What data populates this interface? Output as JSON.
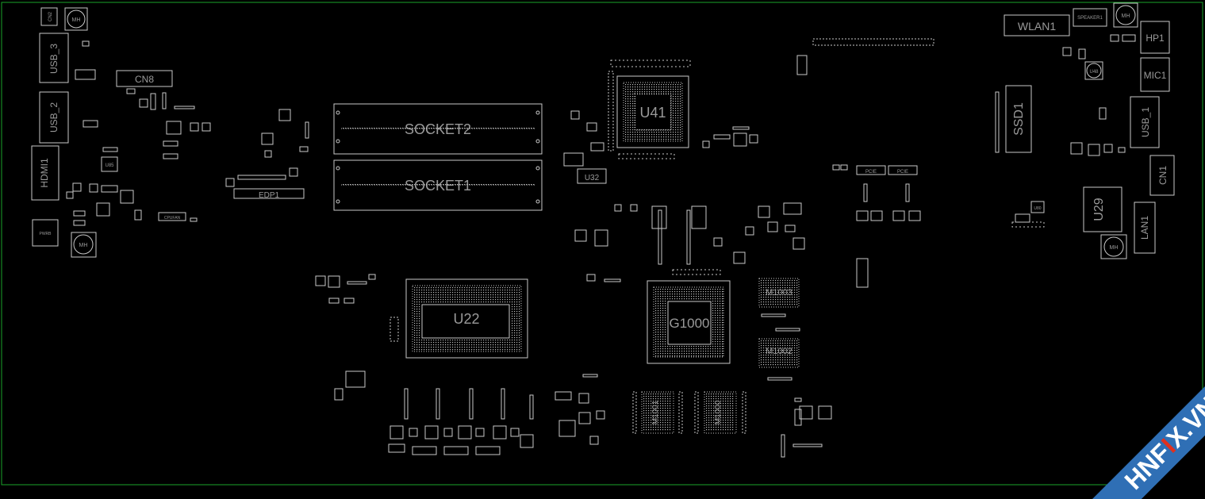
{
  "colors": {
    "background": "#000000",
    "board_outline": "#1aa32a",
    "silkscreen": "#c8c8c8",
    "label": "#9a9a9a",
    "watermark_band": "#2f6fb5",
    "watermark_x": "#e0301e"
  },
  "labels": {
    "cn2": "CN2",
    "mh_top": "MH",
    "usb3": "USB_3",
    "cn8": "CN8",
    "usb2": "USB_2",
    "hdmi1": "HDMI1",
    "u85": "U85",
    "cpufan": "CPUFAN",
    "pwrb": "PWRB",
    "mh_left": "MH",
    "edp1": "EDP1",
    "socket2": "SOCKET2",
    "socket1": "SOCKET1",
    "u41": "U41",
    "u32": "U32",
    "u22": "U22",
    "g1000": "G1000",
    "m1003": "M1003",
    "m1002": "M1002",
    "m1001": "M1001",
    "m1000": "M1000",
    "wlan1": "WLAN1",
    "speaker1": "SPEAKER1",
    "mh_tr": "MH",
    "hp1": "HP1",
    "mic1": "MIC1",
    "u48": "U48",
    "ssd1": "SSD1",
    "usb1": "USB_1",
    "cn1": "CN1",
    "u29": "U29",
    "lan1": "LAN1",
    "mh_right": "MH",
    "u80": "U80",
    "pcie1": "PCIE",
    "pcie2": "PCIE"
  },
  "watermark": {
    "brand_left": "HNF",
    "brand_x": "I",
    "brand_right": "X.VN"
  }
}
